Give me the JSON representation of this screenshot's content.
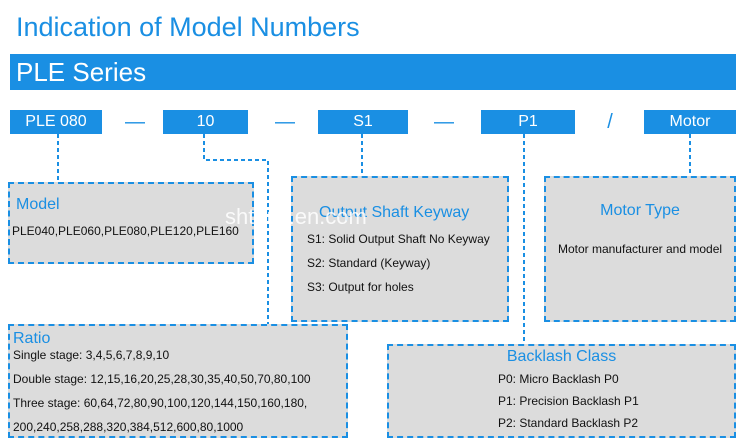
{
  "title": "Indication of Model Numbers",
  "series": "PLE Series",
  "code": [
    "PLE 080",
    "10",
    "S1",
    "P1",
    "Motor"
  ],
  "separators": [
    "—",
    "—",
    "—",
    "/"
  ],
  "model": {
    "title": "Model",
    "lines": [
      "PLE040,PLE060,PLE080,PLE120,PLE160"
    ]
  },
  "keyway": {
    "title": "Output Shaft Keyway",
    "lines": [
      "S1: Solid Output Shaft No Keyway",
      "S2: Standard (Keyway)",
      "S3: Output for holes"
    ]
  },
  "motor": {
    "title": "Motor Type",
    "lines": [
      "Motor manufacturer and model"
    ]
  },
  "ratio": {
    "title": "Ratio",
    "lines": [
      "Single stage: 3,4,5,6,7,8,9,10",
      "Double stage: 12,15,16,20,25,28,30,35,40,50,70,80,100",
      "Three stage: 60,64,72,80,90,100,120,144,150,160,180,",
      "200,240,258,288,320,384,512,600,80,1000"
    ]
  },
  "backlash": {
    "title": "Backlash Class",
    "lines": [
      "P0: Micro Backlash P0",
      "P1: Precision Backlash P1",
      "P2: Standard Backlash P2"
    ]
  },
  "watermark": "shtaiqi.en.com",
  "colors": {
    "accent": "#1a8fe3",
    "panel": "#dcdcdc"
  }
}
